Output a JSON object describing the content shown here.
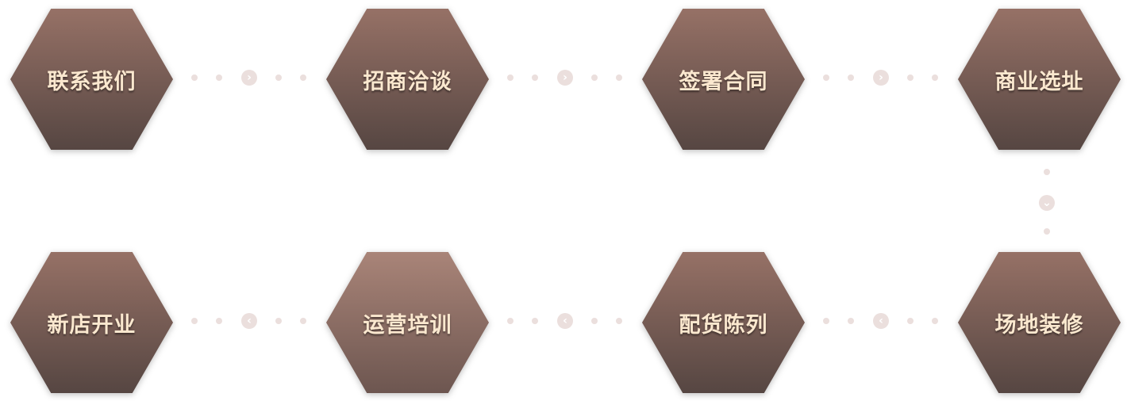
{
  "steps": [
    {
      "label": "联系我们"
    },
    {
      "label": "招商洽谈"
    },
    {
      "label": "签署合同"
    },
    {
      "label": "商业选址"
    },
    {
      "label": "场地装修"
    },
    {
      "label": "配货陈列"
    },
    {
      "label": "运营培训"
    },
    {
      "label": "新店开业"
    }
  ],
  "colors": {
    "hex_top": "#967166",
    "hex_bottom": "#564642",
    "text": "#fbe8cf",
    "connector": "#ebdfdd"
  },
  "icons": {
    "right": "chevron-right-icon",
    "left": "chevron-left-icon",
    "down": "chevron-down-icon"
  }
}
